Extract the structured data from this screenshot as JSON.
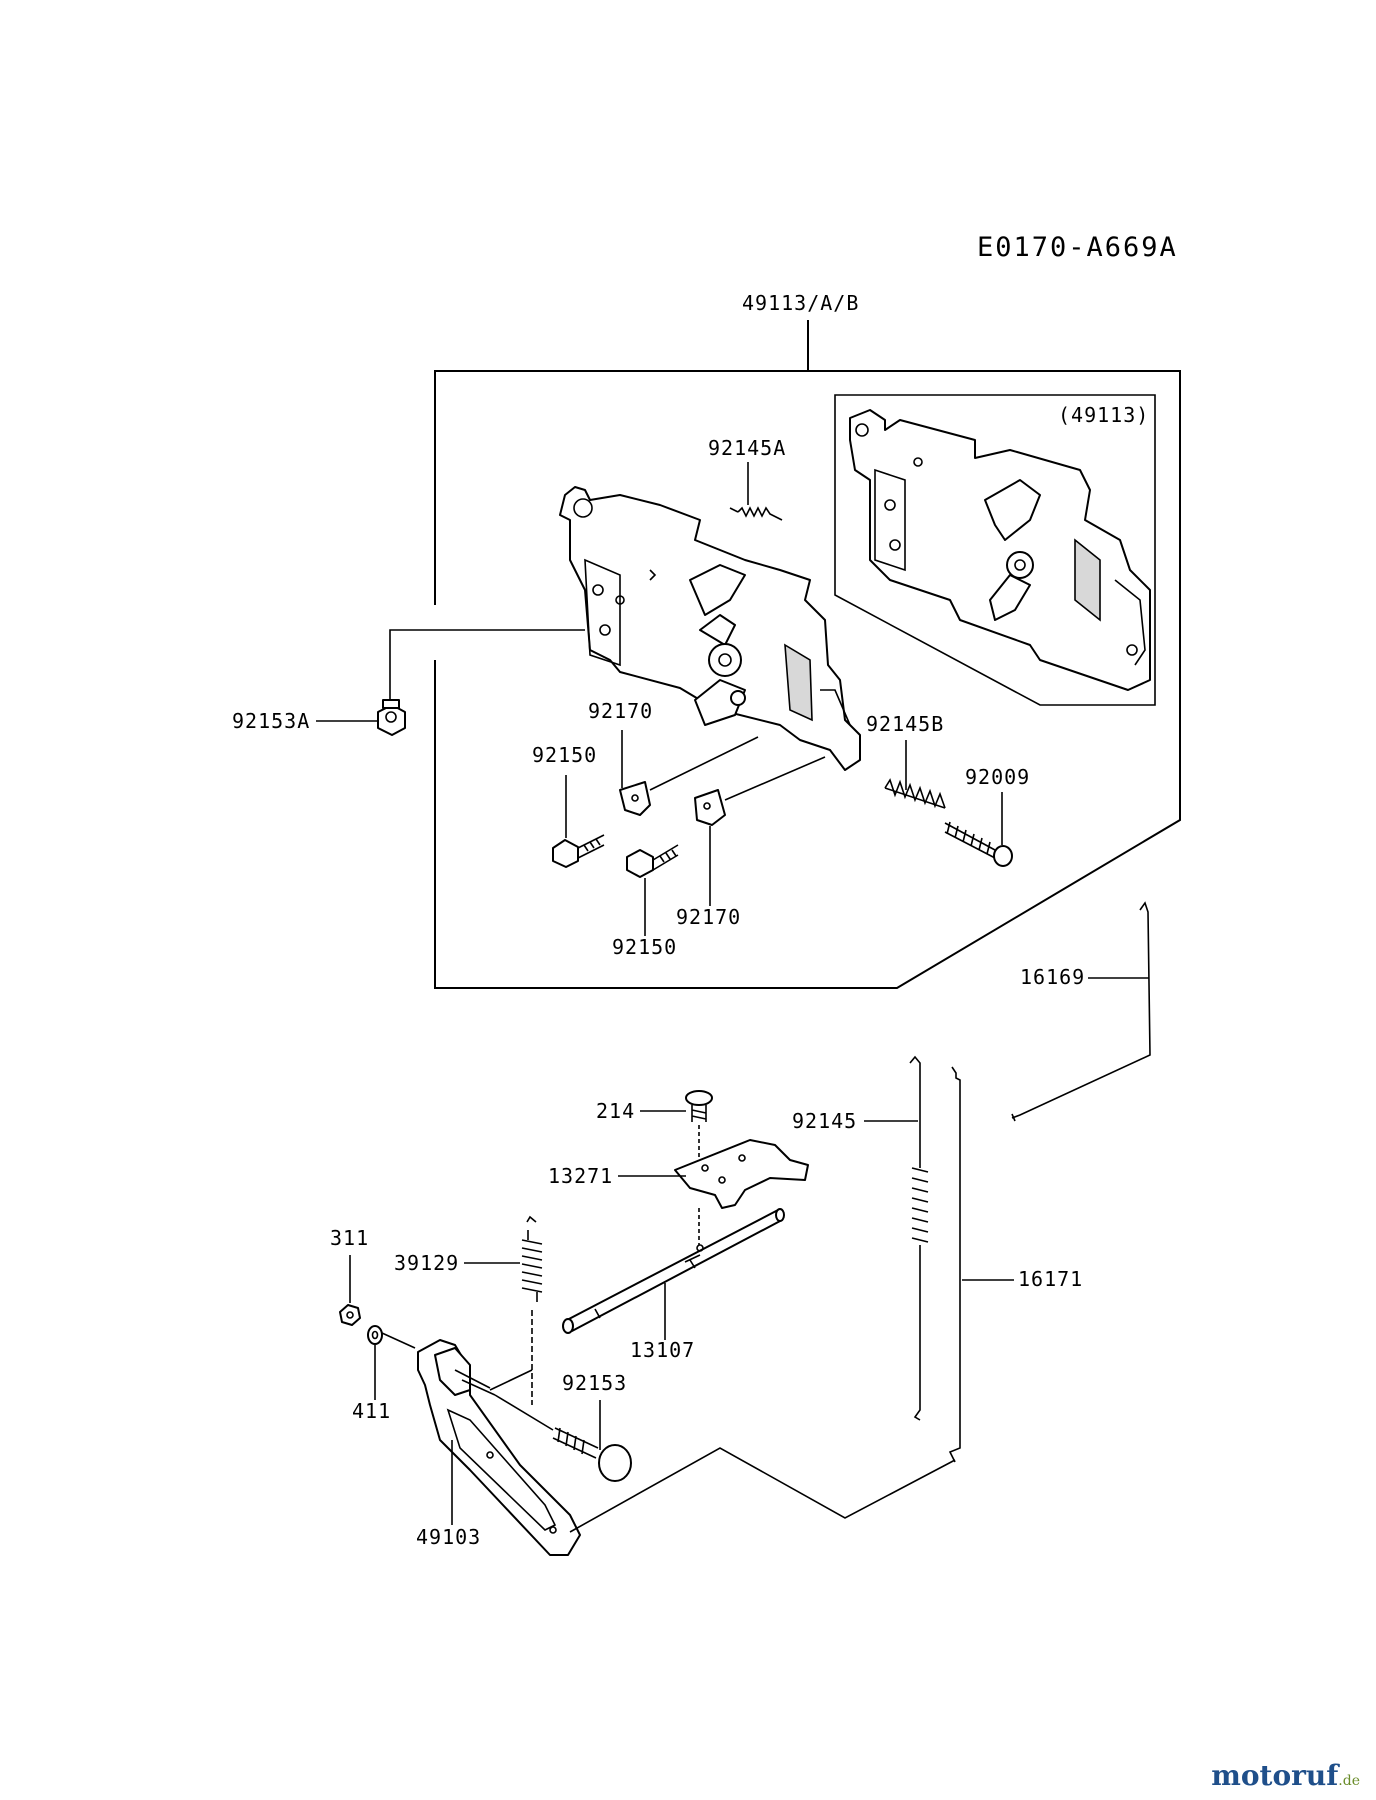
{
  "diagram_code": "E0170-A669A",
  "assembly_label": "49113/A/B",
  "inset_label": "(49113)",
  "part_labels": {
    "p92145A": "92145A",
    "p92153A": "92153A",
    "p92170_upper": "92170",
    "p92150_upper": "92150",
    "p92145B": "92145B",
    "p92009": "92009",
    "p92170_lower": "92170",
    "p92150_lower": "92150",
    "p16169": "16169",
    "p214": "214",
    "p92145": "92145",
    "p13271": "13271",
    "p311": "311",
    "p39129": "39129",
    "p16171": "16171",
    "p13107": "13107",
    "p411": "411",
    "p92153": "92153",
    "p49103": "49103"
  },
  "watermark": {
    "brand_main": "motoruf",
    "brand_suffix": ".de",
    "color_m": "#8c1a2a",
    "color_o1": "#2a6ab0",
    "color_rest": "#1f4f8a",
    "color_suffix": "#6a8c2a"
  }
}
